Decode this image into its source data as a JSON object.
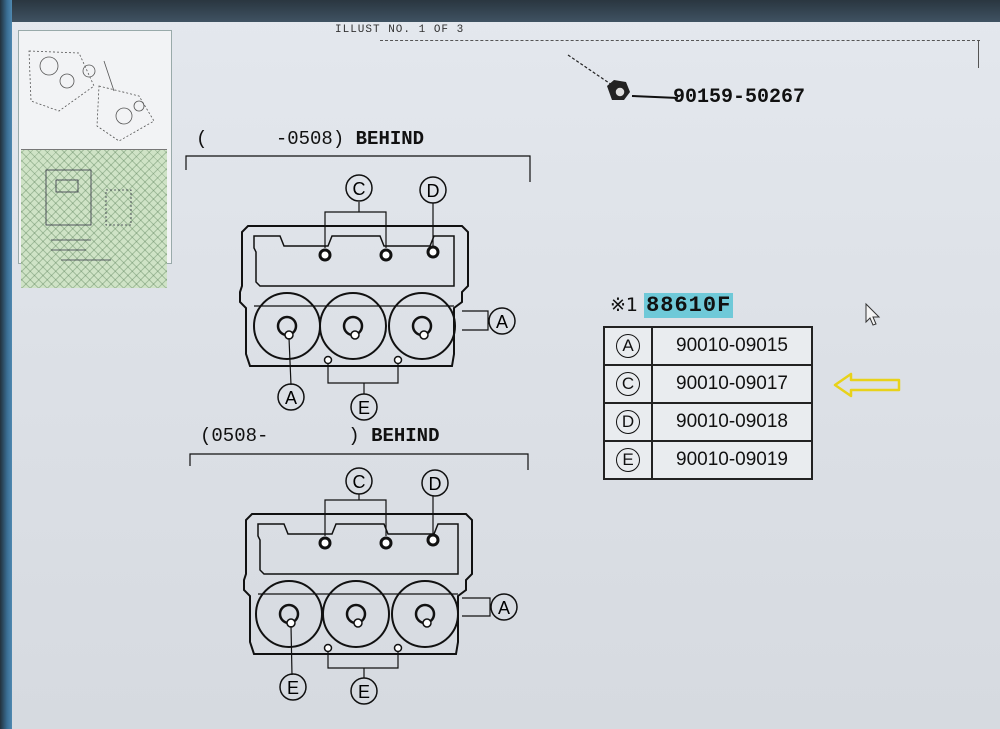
{
  "header": {
    "illust_label": "ILLUST NO. 1 OF 3"
  },
  "top_part": {
    "number": "90159-50267"
  },
  "sections": [
    {
      "range_prefix": "(",
      "range_suffix": "-0508)",
      "title": "BEHIND",
      "labels": {
        "c": "C",
        "d": "D",
        "a_right": "A",
        "a_bottom": "A",
        "e_bottom": "E"
      }
    },
    {
      "range_prefix": "(0508-",
      "range_suffix": ")",
      "title": "BEHIND",
      "labels": {
        "c": "C",
        "d": "D",
        "a_right": "A",
        "e_left": "E",
        "e_bottom": "E"
      }
    }
  ],
  "reference": {
    "prefix": "※1",
    "code": "88610F"
  },
  "parts_table": [
    {
      "letter": "A",
      "part": "90010-09015"
    },
    {
      "letter": "C",
      "part": "90010-09017"
    },
    {
      "letter": "D",
      "part": "90010-09018"
    },
    {
      "letter": "E",
      "part": "90010-09019"
    }
  ],
  "colors": {
    "highlight": "#6fc9d8",
    "arrow": "#e8d21a",
    "thumbnail_green": "#cfe3c6"
  },
  "icons": {
    "pointer": "arrow-cursor-icon",
    "indicator": "yellow-arrow-icon"
  }
}
